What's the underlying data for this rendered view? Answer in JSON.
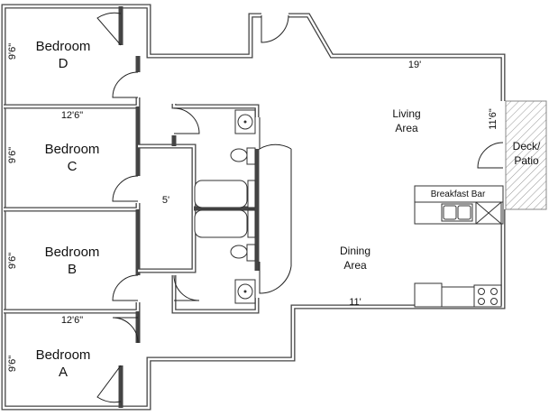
{
  "rooms": {
    "bedroom_d": {
      "line1": "Bedroom",
      "line2": "D",
      "dim_side": "9'6\""
    },
    "bedroom_c": {
      "line1": "Bedroom",
      "line2": "C",
      "dim_side": "9'6\""
    },
    "bedroom_b": {
      "line1": "Bedroom",
      "line2": "B",
      "dim_side": "9'6\""
    },
    "bedroom_a": {
      "line1": "Bedroom",
      "line2": "A",
      "dim_side": "9'6\""
    },
    "living": {
      "line1": "Living",
      "line2": "Area",
      "dim_width": "19'",
      "dim_side": "11'6\""
    },
    "dining": {
      "line1": "Dining",
      "line2": "Area",
      "dim_width": "11'"
    },
    "deck": {
      "line1": "Deck/",
      "line2": "Patio"
    }
  },
  "dimensions": {
    "bedroom_dc_width": "12'6\"",
    "bedroom_ba_width": "12'6\"",
    "hall_width": "5'"
  },
  "kitchen": {
    "breakfast_bar": "Breakfast Bar"
  }
}
